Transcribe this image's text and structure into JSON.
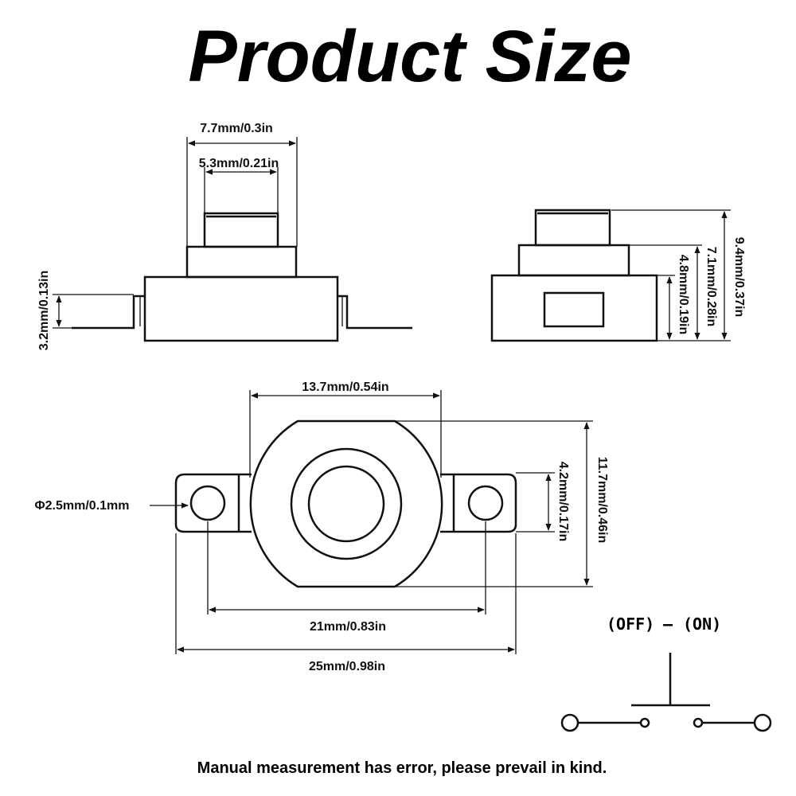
{
  "title": "Product Size",
  "front_view": {
    "width_label": "7.7mm/0.3in",
    "button_width_label": "5.3mm/0.21in",
    "pin_height_label": "3.2mm/0.13in"
  },
  "side_view": {
    "total_height_label": "9.4mm/0.37in",
    "mid_height_label": "7.1mm/0.28in",
    "base_height_label": "4.8mm/0.19in"
  },
  "top_view": {
    "body_width_label": "13.7mm/0.54in",
    "body_height_label": "11.7mm/0.46in",
    "tab_height_label": "4.2mm/0.17in",
    "hole_diameter_label": "Φ2.5mm/0.1mm",
    "hole_spacing_label": "21mm/0.83in",
    "overall_width_label": "25mm/0.98in"
  },
  "switch_symbol": {
    "label_off": "(OFF)",
    "label_dash": "—",
    "label_on": "(ON)"
  },
  "footer_note": "Manual measurement has error, please prevail in kind."
}
